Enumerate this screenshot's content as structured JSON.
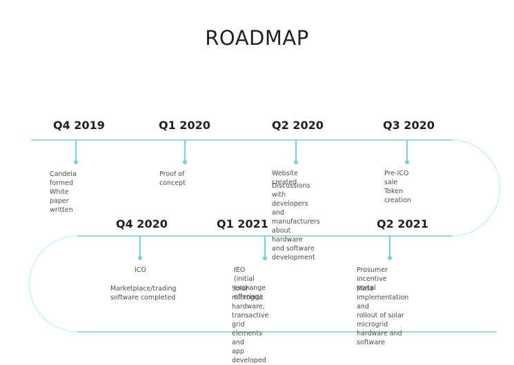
{
  "title": "ROADMAP",
  "colors": {
    "track": "#8fe0e4",
    "track_faint": "#d4f3f4",
    "marker": "#6fd6db",
    "text": "#4a4a4a",
    "heading": "#1f1f1f"
  },
  "row1": [
    {
      "quarter": "Q4 2019",
      "items": [
        "Candela formed\nWhite paper written"
      ]
    },
    {
      "quarter": "Q1 2020",
      "items": [
        "Proof of concept"
      ]
    },
    {
      "quarter": "Q2 2020",
      "items": [
        "Website created",
        "Discussions with\ndevelopers and\nmanufacturers\nabout hardware\nand software\ndevelopment"
      ]
    },
    {
      "quarter": "Q3 2020",
      "items": [
        "Pre-ICO sale\nToken creation"
      ]
    }
  ],
  "row2": [
    {
      "quarter": "Q4 2020",
      "items": [
        "ICO",
        "Marketplace/trading\nsoftware completed"
      ]
    },
    {
      "quarter": "Q1 2021",
      "items": [
        "IEO (initial exchange offering)",
        "Solar microgrid hardware,\ntransactive grid elements and\napp developed"
      ]
    },
    {
      "quarter": "Q2 2021",
      "items": [
        "Prosumer incentive portal",
        "Mass implementation and\nrollout of solar microgrid\nhardware and software"
      ]
    }
  ]
}
